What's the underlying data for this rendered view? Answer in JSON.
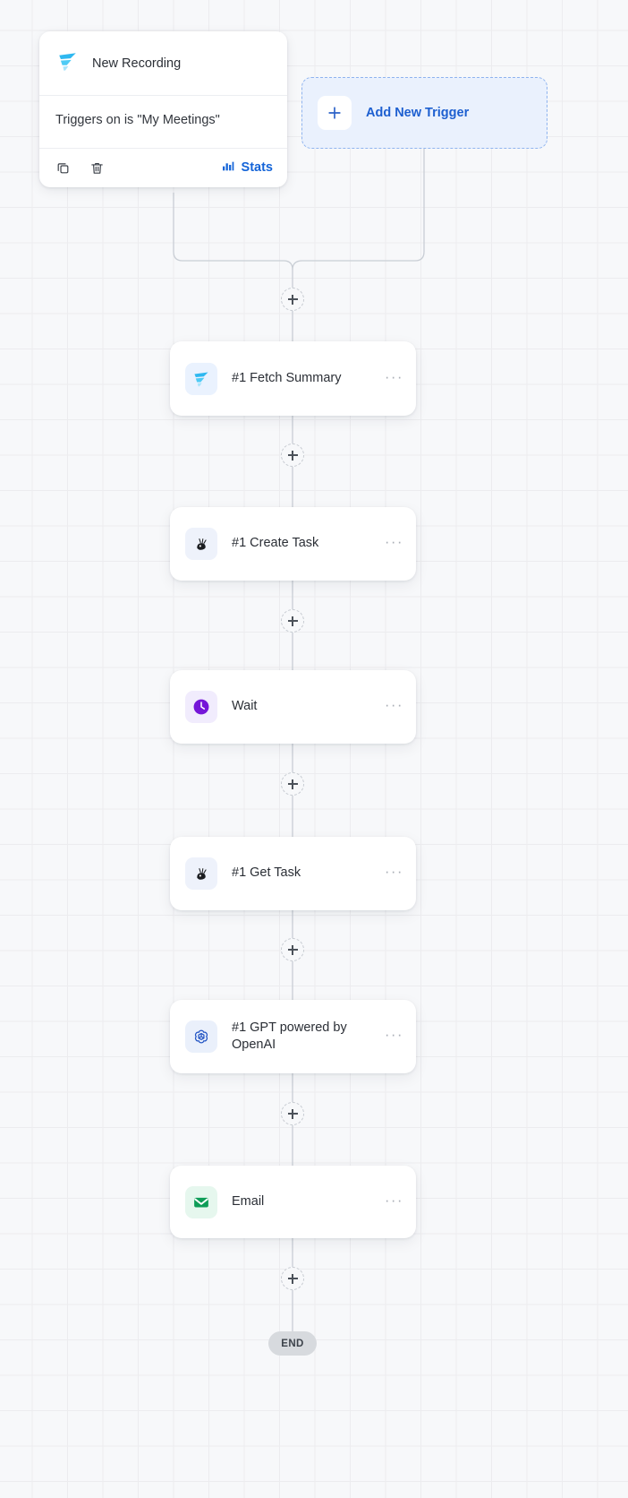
{
  "canvas": {
    "background_color": "#f7f8fa",
    "grid_color": "#ececef"
  },
  "trigger_card": {
    "icon": "fireflies-logo-icon",
    "title": "New Recording",
    "description": "Triggers on is \"My Meetings\"",
    "actions": {
      "duplicate_icon": "duplicate-icon",
      "delete_icon": "trash-icon",
      "stats_icon": "bar-chart-icon",
      "stats_label": "Stats",
      "stats_color": "#1464d8"
    }
  },
  "add_trigger": {
    "icon": "plus-icon",
    "label": "Add New Trigger",
    "accent_color": "#1d5fd0",
    "background_color": "#eaf1fd",
    "border_color": "#8fb4ef"
  },
  "nodes": [
    {
      "id": "fetch-summary",
      "label": "#1 Fetch Summary",
      "icon": "fireflies-logo-icon",
      "icon_bg": "#eaf2fe",
      "more_label": "···"
    },
    {
      "id": "create-task",
      "label": "#1 Create Task",
      "icon": "clickup-logo-icon",
      "icon_bg": "#eef2fb",
      "more_label": "···"
    },
    {
      "id": "wait",
      "label": "Wait",
      "icon": "clock-icon",
      "icon_bg": "#f1ecfd",
      "more_label": "···"
    },
    {
      "id": "get-task",
      "label": "#1 Get Task",
      "icon": "clickup-logo-icon",
      "icon_bg": "#eef2fb",
      "more_label": "···"
    },
    {
      "id": "gpt-openai",
      "label": "#1 GPT powered by OpenAI",
      "icon": "openai-logo-icon",
      "icon_bg": "#eaf0fb",
      "more_label": "···"
    },
    {
      "id": "email",
      "label": "Email",
      "icon": "envelope-icon",
      "icon_bg": "#e6f7ee",
      "more_label": "···"
    }
  ],
  "connectors": {
    "add_step_icon": "plus-icon",
    "count": 7
  },
  "end_node": {
    "label": "END",
    "background_color": "#d7dade"
  }
}
